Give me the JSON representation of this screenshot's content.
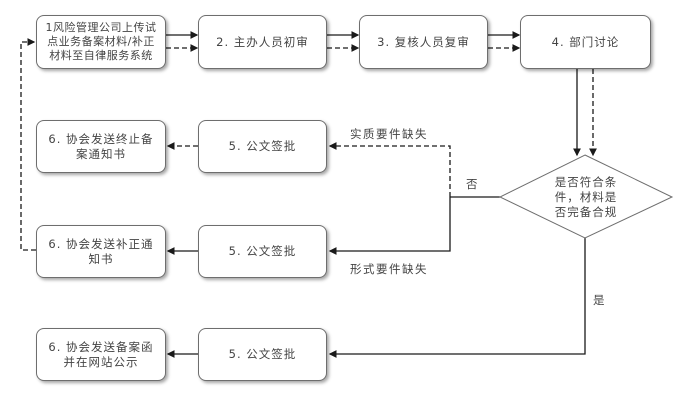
{
  "nodes": {
    "step1": "1风险管理公司上传试点业务备案材料/补正材料至自律服务系统",
    "step2": "2. 主办人员初审",
    "step3": "3. 复核人员复审",
    "step4": "4. 部门讨论",
    "decision": "是否符合条件，材料是否完备合规",
    "approve_top": "5. 公文签批",
    "approve_mid": "5. 公文签批",
    "approve_bottom": "5. 公文签批",
    "result_terminate": "6. 协会发送终止备案通知书",
    "result_supplement": "6. 协会发送补正通知书",
    "result_filed": "6. 协会发送备案函并在网站公示"
  },
  "edge_labels": {
    "no": "否",
    "yes": "是",
    "substantive_missing": "实质要件缺失",
    "formal_missing": "形式要件缺失"
  },
  "colors": {
    "line": "#1a1a1a",
    "border": "#6e6e6e",
    "text": "#444444"
  }
}
